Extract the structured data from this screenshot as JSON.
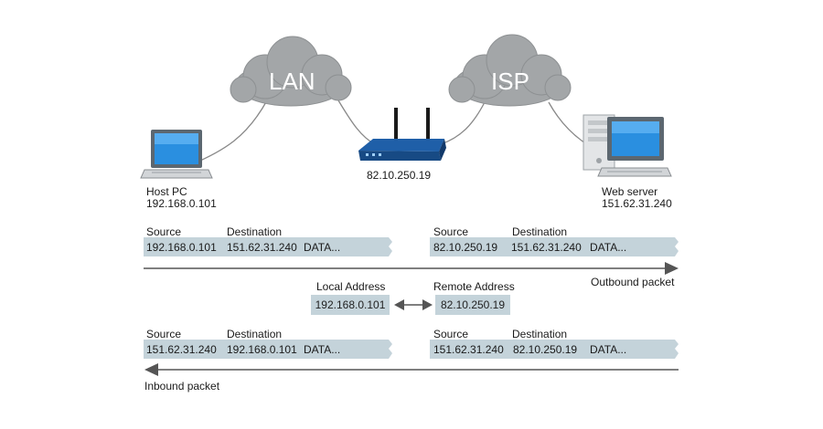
{
  "colors": {
    "cloud": "#a3a6a8",
    "strip": "#c4d3da",
    "screen": "#2a8fe0",
    "router": "#1f5fa8",
    "line": "#888888",
    "arrow": "#555555"
  },
  "clouds": {
    "lan": "LAN",
    "isp": "ISP"
  },
  "devices": {
    "host_pc": {
      "name": "Host PC",
      "ip": "192.168.0.101"
    },
    "router": {
      "ip": "82.10.250.19"
    },
    "web_server": {
      "name": "Web server",
      "ip": "151.62.31.240"
    }
  },
  "outbound": {
    "left": {
      "source_label": "Source",
      "destination_label": "Destination",
      "source": "192.168.0.101",
      "destination": "151.62.31.240",
      "data": "DATA..."
    },
    "right": {
      "source_label": "Source",
      "destination_label": "Destination",
      "source": "82.10.250.19",
      "destination": "151.62.31.240",
      "data": "DATA..."
    },
    "arrow_label": "Outbound packet"
  },
  "nat": {
    "local_label": "Local Address",
    "local": "192.168.0.101",
    "remote_label": "Remote Address",
    "remote": "82.10.250.19"
  },
  "inbound": {
    "left": {
      "source_label": "Source",
      "destination_label": "Destination",
      "source": "151.62.31.240",
      "destination": "192.168.0.101",
      "data": "DATA..."
    },
    "right": {
      "source_label": "Source",
      "destination_label": "Destination",
      "source": "151.62.31.240",
      "destination": "82.10.250.19",
      "data": "DATA..."
    },
    "arrow_label": "Inbound packet"
  }
}
